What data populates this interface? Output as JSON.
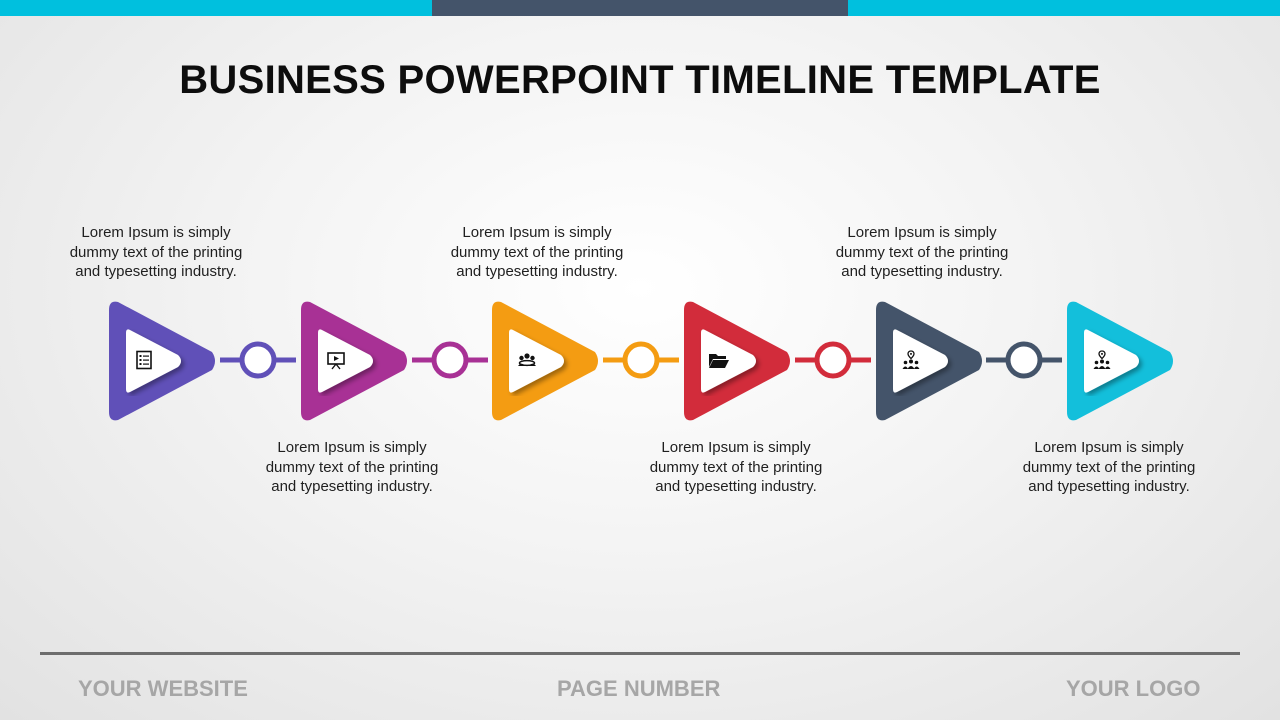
{
  "title": "BUSINESS POWERPOINT TIMELINE TEMPLATE",
  "captions": [
    {
      "line1": "Lorem Ipsum is simply",
      "line2": "dummy text of the printing",
      "line3": "and typesetting industry."
    },
    {
      "line1": "Lorem Ipsum is simply",
      "line2": "dummy text of the printing",
      "line3": "and typesetting industry."
    },
    {
      "line1": "Lorem Ipsum is simply",
      "line2": "dummy text of the printing",
      "line3": "and typesetting industry."
    },
    {
      "line1": "Lorem Ipsum is simply",
      "line2": "dummy text of the printing",
      "line3": "and typesetting industry."
    },
    {
      "line1": "Lorem Ipsum is simply",
      "line2": "dummy text of the printing",
      "line3": "and typesetting industry."
    },
    {
      "line1": "Lorem Ipsum is simply",
      "line2": "dummy text of the printing",
      "line3": "and typesetting industry."
    }
  ],
  "steps": [
    {
      "color": "#6050b8",
      "icon": "checklist-icon"
    },
    {
      "color": "#a83195",
      "icon": "presentation-icon"
    },
    {
      "color": "#f49c12",
      "icon": "team-meeting-icon"
    },
    {
      "color": "#d22c3b",
      "icon": "folder-icon"
    },
    {
      "color": "#44546a",
      "icon": "location-team-icon"
    },
    {
      "color": "#13bfdb",
      "icon": "location-team-icon"
    }
  ],
  "connector_colors": [
    "#6050b8",
    "#a83195",
    "#f49c12",
    "#d22c3b",
    "#44546a"
  ],
  "footer": {
    "website": "YOUR WEBSITE",
    "page_number": "PAGE NUMBER",
    "logo": "YOUR LOGO"
  }
}
